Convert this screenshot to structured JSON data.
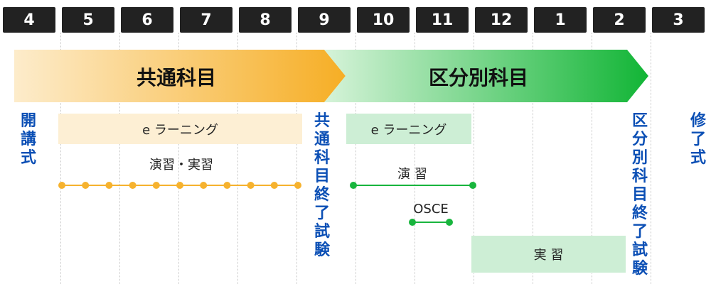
{
  "months": [
    "4",
    "5",
    "6",
    "7",
    "8",
    "9",
    "10",
    "11",
    "12",
    "1",
    "2",
    "3"
  ],
  "phases": {
    "common": "共通科目",
    "specialized": "区分別科目"
  },
  "milestones": {
    "opening": "開講式",
    "common_exam": "共通科目終了試験",
    "specialized_exam": "区分別科目終了試験",
    "completion": "修了式"
  },
  "common_track": {
    "elearning": "e ラーニング",
    "exercise": "演習・実習"
  },
  "specialized_track": {
    "elearning": "e ラーニング",
    "exercise": "演 習",
    "osce": "OSCE",
    "practicum": "実 習"
  },
  "colors": {
    "month_bg": "#222222",
    "milestone_text": "#0b4fb5",
    "orange": "#f6b22e",
    "green": "#18b53d"
  }
}
